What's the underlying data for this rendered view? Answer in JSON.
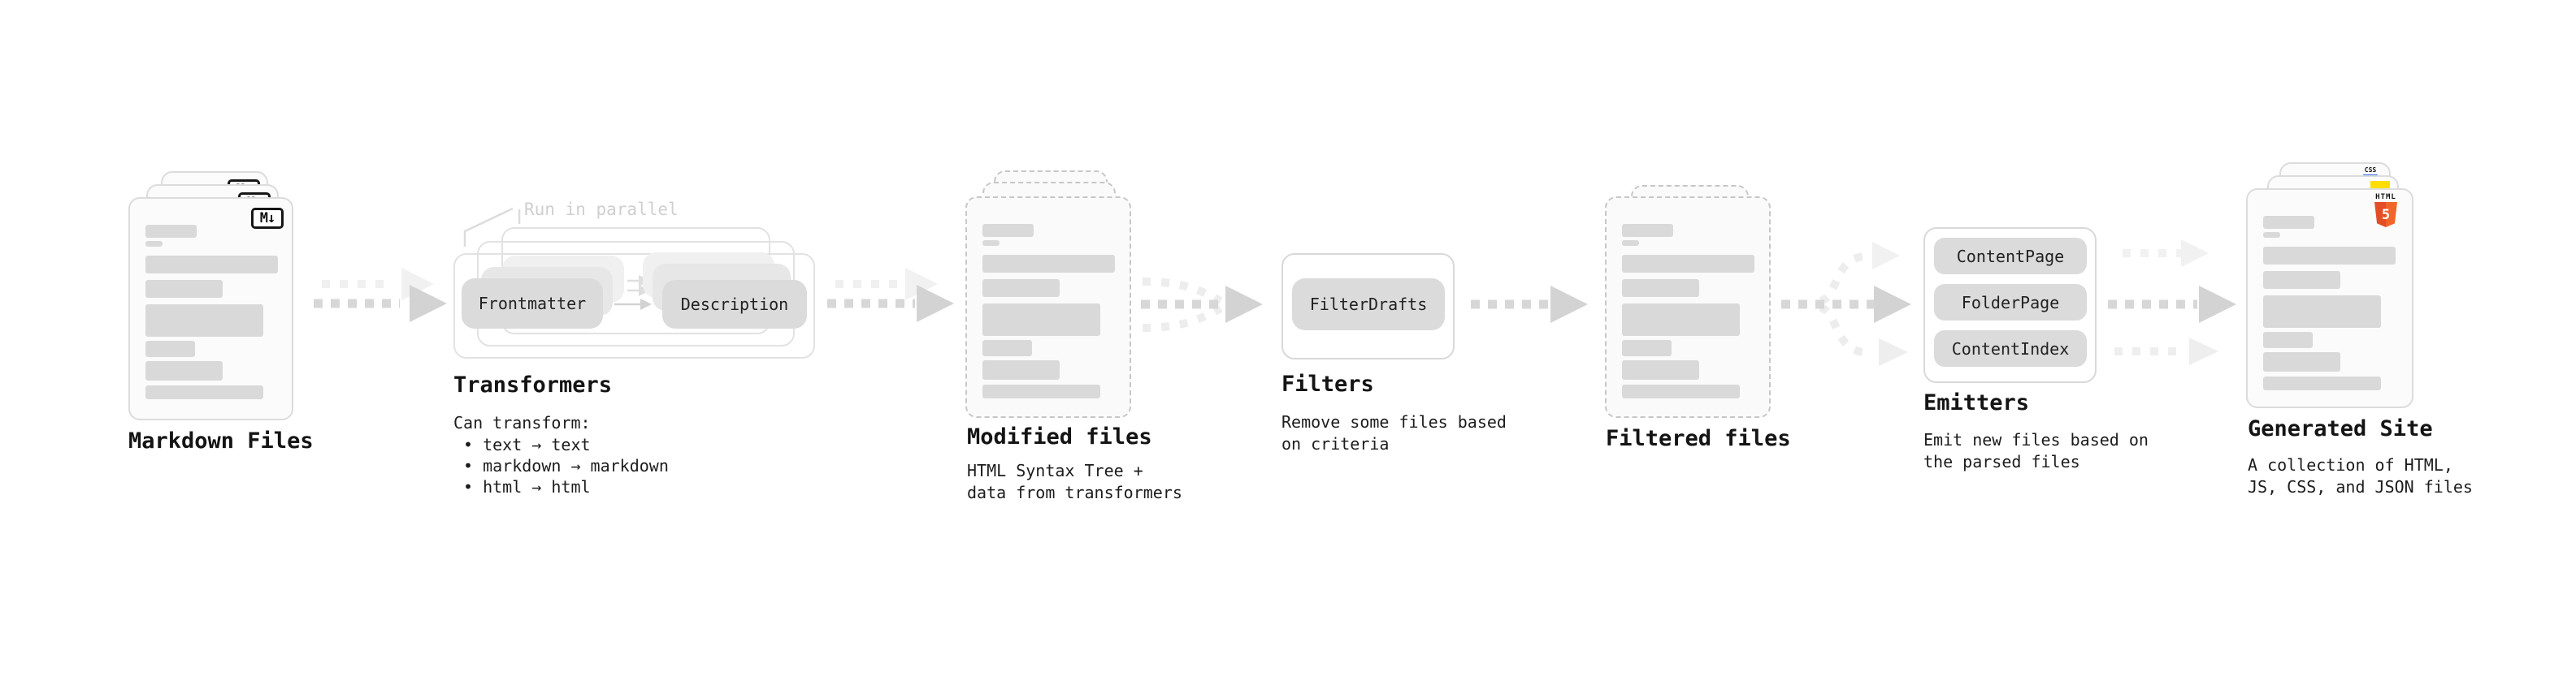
{
  "stages": {
    "markdown": {
      "label": "Markdown Files"
    },
    "transformers": {
      "label": "Transformers",
      "note": "Run in parallel",
      "pill_from": "Frontmatter",
      "pill_to": "Description",
      "sub": "Can transform:",
      "bullets": [
        "• text → text",
        "• markdown → markdown",
        "• html → html"
      ]
    },
    "modified": {
      "label": "Modified files",
      "sub": "HTML Syntax Tree +\ndata from transformers"
    },
    "filters": {
      "label": "Filters",
      "pill": "FilterDrafts",
      "sub": "Remove some files based\non criteria"
    },
    "filtered": {
      "label": "Filtered files"
    },
    "emitters": {
      "label": "Emitters",
      "pills": [
        "ContentPage",
        "FolderPage",
        "ContentIndex"
      ],
      "sub": "Emit new files based on\nthe parsed files"
    },
    "site": {
      "label": "Generated Site",
      "sub": "A collection of HTML,\nJS, CSS, and JSON files"
    }
  },
  "icons": {
    "markdown": "M↓",
    "html5_text": "HTML",
    "html5_number": "5",
    "css": "CSS"
  },
  "colors": {
    "arrow": "#d5d5d5",
    "arrow_light": "#efefef",
    "bar": "#d9d9d9",
    "html5_orange": "#e44d26",
    "js_yellow": "#ffdd00",
    "css_blue": "#2c6be8"
  }
}
